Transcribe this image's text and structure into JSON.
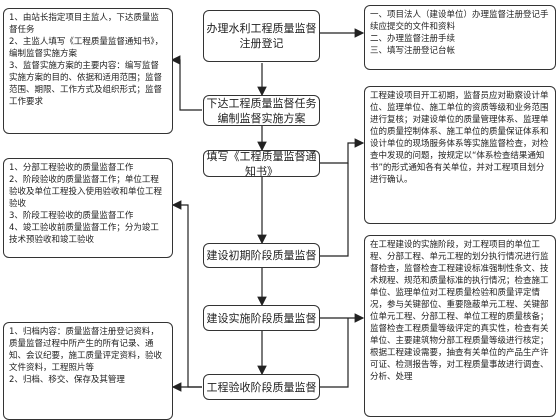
{
  "steps": [
    "办理水利工程质量监督注册登记",
    "下达工程质量监督任务编制监督实施方案",
    "填写《工程质量监督通知书》",
    "建设初期阶段质量监督",
    "建设实施阶段质量监督",
    "工程验收阶段质量监督"
  ],
  "notes": {
    "left1": [
      "1、由站长指定项目主监人，下达质量监督任务",
      "2、主监人填写《工程质量监督通知书》，编制监督实施方案",
      "3、监督实施方案的主要内容：编写监督实施方案的目的、依据和适用范围；监督范围、期限、工作方式及组织形式；监督工作要求"
    ],
    "right1": [
      "一、项目法人（建设单位）办理监督注册登记手续应提交的文件和资料",
      "二、办理监督注册手续",
      "三、填写注册登记台帐"
    ],
    "right2": [
      "工程建设项目开工初期，监督员应对勘察设计单位、监理单位、施工单位的资质等级和业务范围进行复核；对建设单位的质量管理体系、监理单位的质量控制体系、施工单位的质量保证体系和设计单位的现场服务体系等实施监督检查，对检查中发现的问题，按规定以“体系检查结果通知书”的形式通知各有关单位，并对工程项目划分进行确认。"
    ],
    "left2": [
      "1、分部工程验收的质量监督工作",
      "2、阶段验收的质量监督工作；单位工程验收及单位工程投入使用验收和单位工程验收",
      "3、阶段工程验收的质量监督工作",
      "4、竣工验收前质量监督工作；分为竣工技术预验收和竣工验收"
    ],
    "right3": [
      "在工程建设的实施阶段，对工程项目的单位工程、分部工程、单元工程的划分执行情况进行监督检查，监督检查工程建设标准强制性条文、技术规程、规范和质量标准的执行情况；检查施工单位、监理单位对工程质量检验和质量评定情况，参与关键部位、重要隐蔽单元工程、关键部位单元工程、分部工程、单位工程的质量核备；监督检查工程质量等级评定的真实性，检查有关单位、主要建筑物分部工程质量等级进行核定；根据工程建设需要，抽查有关单位的产品生产许可证、检测报告等，对工程质量事故进行调查、分析、处理"
    ],
    "left3": [
      "1、归档内容：质量监督注册登记资料，质量监督过程中所产生的所有记录、通知、会议纪要，施工质量评定资料，验收文件资料，工程照片等",
      "2、归档、移交、保存及其管理"
    ]
  }
}
